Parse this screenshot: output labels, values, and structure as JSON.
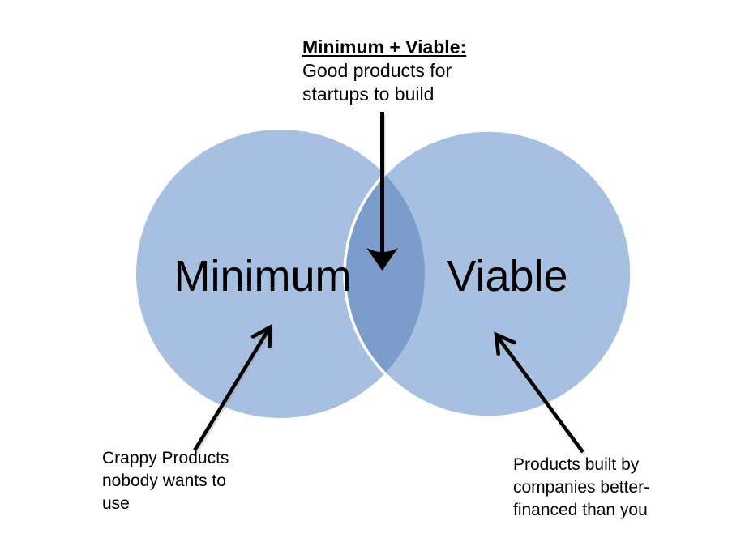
{
  "colors": {
    "circle_fill": "#a7bfe0",
    "overlap_fill": "#7c9dcc",
    "divider_stroke": "#ffffff",
    "arrow": "#000000",
    "text": "#000000"
  },
  "circles": {
    "left": {
      "label": "Minimum"
    },
    "right": {
      "label": "Viable"
    }
  },
  "annotations": {
    "intersection": {
      "heading": "Minimum + Viable:",
      "lines": [
        "Good products for",
        "startups to build"
      ]
    },
    "left": {
      "lines": [
        "Crappy Products",
        "nobody wants to",
        "use"
      ]
    },
    "right": {
      "lines": [
        "Products built by",
        "companies better-",
        "financed than you"
      ]
    }
  }
}
